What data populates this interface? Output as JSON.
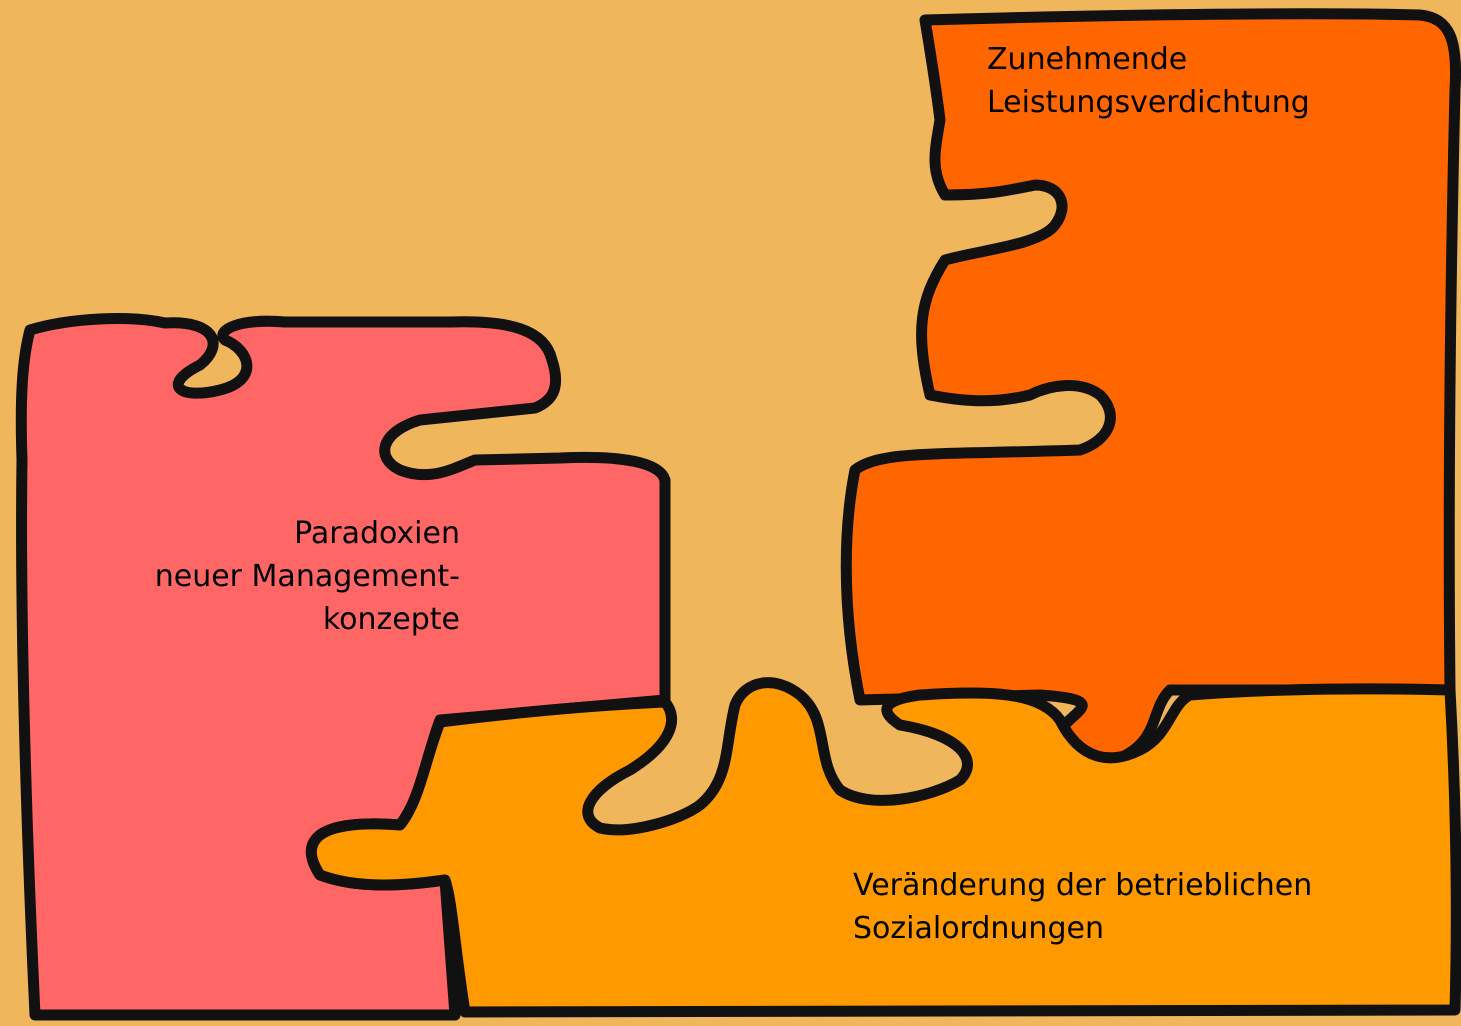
{
  "colors": {
    "background": "#F0B65B",
    "piece_top_right": "#FF6600",
    "piece_left": "#FF6666",
    "piece_bottom": "#FF9900",
    "outline": "#111111"
  },
  "pieces": {
    "top_right": {
      "lines": [
        "Zunehmende",
        "Leistungsverdichtung"
      ]
    },
    "left": {
      "lines": [
        "Paradoxien",
        "neuer Management-",
        "konzepte"
      ]
    },
    "bottom": {
      "lines": [
        "Veränderung der betrieblichen",
        "Sozialordnungen"
      ]
    }
  }
}
